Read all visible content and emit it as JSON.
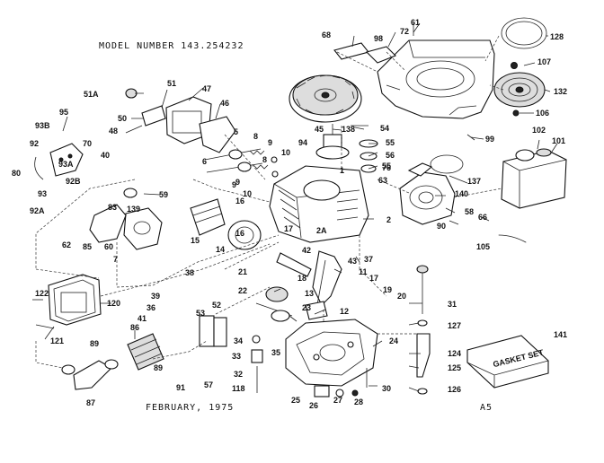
{
  "header": {
    "model_label": "MODEL NUMBER 143.254232",
    "date_label": "FEBRUARY, 1975",
    "page_code": "A5"
  },
  "box_label": "GASKET SET",
  "parts": [
    {
      "id": "part-61",
      "label": "61"
    },
    {
      "id": "part-68",
      "label": "68"
    },
    {
      "id": "part-98",
      "label": "98"
    },
    {
      "id": "part-72",
      "label": "72"
    },
    {
      "id": "part-128",
      "label": "128"
    },
    {
      "id": "part-107",
      "label": "107"
    },
    {
      "id": "part-132",
      "label": "132"
    },
    {
      "id": "part-106",
      "label": "106"
    },
    {
      "id": "part-51a",
      "label": "51A"
    },
    {
      "id": "part-51",
      "label": "51"
    },
    {
      "id": "part-47",
      "label": "47"
    },
    {
      "id": "part-46",
      "label": "46"
    },
    {
      "id": "part-50",
      "label": "50"
    },
    {
      "id": "part-48",
      "label": "48"
    },
    {
      "id": "part-95",
      "label": "95"
    },
    {
      "id": "part-93b",
      "label": "93B"
    },
    {
      "id": "part-70",
      "label": "70"
    },
    {
      "id": "part-40",
      "label": "40"
    },
    {
      "id": "part-92",
      "label": "92"
    },
    {
      "id": "part-80",
      "label": "80"
    },
    {
      "id": "part-93a",
      "label": "93A"
    },
    {
      "id": "part-92b",
      "label": "92B"
    },
    {
      "id": "part-93",
      "label": "93"
    },
    {
      "id": "part-92a",
      "label": "92A"
    },
    {
      "id": "part-138",
      "label": "138"
    },
    {
      "id": "part-45",
      "label": "45"
    },
    {
      "id": "part-54",
      "label": "54"
    },
    {
      "id": "part-55a",
      "label": "55"
    },
    {
      "id": "part-56",
      "label": "56"
    },
    {
      "id": "part-99",
      "label": "99"
    },
    {
      "id": "part-102",
      "label": "102"
    },
    {
      "id": "part-101",
      "label": "101"
    },
    {
      "id": "part-5",
      "label": "5"
    },
    {
      "id": "part-8a",
      "label": "8"
    },
    {
      "id": "part-9a",
      "label": "9"
    },
    {
      "id": "part-6",
      "label": "6"
    },
    {
      "id": "part-8b",
      "label": "8"
    },
    {
      "id": "part-9b",
      "label": "9"
    },
    {
      "id": "part-10a",
      "label": "10"
    },
    {
      "id": "part-9c",
      "label": "9"
    },
    {
      "id": "part-10b",
      "label": "10"
    },
    {
      "id": "part-94",
      "label": "94"
    },
    {
      "id": "part-55b",
      "label": "55"
    },
    {
      "id": "part-76",
      "label": "76"
    },
    {
      "id": "part-1",
      "label": "1"
    },
    {
      "id": "part-63",
      "label": "63"
    },
    {
      "id": "part-137",
      "label": "137"
    },
    {
      "id": "part-140",
      "label": "140"
    },
    {
      "id": "part-58",
      "label": "58"
    },
    {
      "id": "part-66",
      "label": "66"
    },
    {
      "id": "part-90",
      "label": "90"
    },
    {
      "id": "part-105",
      "label": "105"
    },
    {
      "id": "part-59",
      "label": "59"
    },
    {
      "id": "part-83",
      "label": "83"
    },
    {
      "id": "part-139",
      "label": "139"
    },
    {
      "id": "part-16a",
      "label": "16"
    },
    {
      "id": "part-2",
      "label": "2"
    },
    {
      "id": "part-62",
      "label": "62"
    },
    {
      "id": "part-85",
      "label": "85"
    },
    {
      "id": "part-60",
      "label": "60"
    },
    {
      "id": "part-7",
      "label": "7"
    },
    {
      "id": "part-15",
      "label": "15"
    },
    {
      "id": "part-14",
      "label": "14"
    },
    {
      "id": "part-16b",
      "label": "16"
    },
    {
      "id": "part-17a",
      "label": "17"
    },
    {
      "id": "part-2a",
      "label": "2A"
    },
    {
      "id": "part-42",
      "label": "42"
    },
    {
      "id": "part-37",
      "label": "37"
    },
    {
      "id": "part-43",
      "label": "43"
    },
    {
      "id": "part-11",
      "label": "11"
    },
    {
      "id": "part-38",
      "label": "38"
    },
    {
      "id": "part-21",
      "label": "21"
    },
    {
      "id": "part-18",
      "label": "18"
    },
    {
      "id": "part-17b",
      "label": "17"
    },
    {
      "id": "part-19",
      "label": "19"
    },
    {
      "id": "part-20",
      "label": "20"
    },
    {
      "id": "part-31",
      "label": "31"
    },
    {
      "id": "part-122",
      "label": "122"
    },
    {
      "id": "part-39",
      "label": "39"
    },
    {
      "id": "part-22",
      "label": "22"
    },
    {
      "id": "part-13",
      "label": "13"
    },
    {
      "id": "part-12",
      "label": "12"
    },
    {
      "id": "part-36",
      "label": "36"
    },
    {
      "id": "part-41",
      "label": "41"
    },
    {
      "id": "part-53",
      "label": "53"
    },
    {
      "id": "part-52",
      "label": "52"
    },
    {
      "id": "part-23",
      "label": "23"
    },
    {
      "id": "part-120",
      "label": "120"
    },
    {
      "id": "part-121",
      "label": "121"
    },
    {
      "id": "part-86",
      "label": "86"
    },
    {
      "id": "part-127",
      "label": "127"
    },
    {
      "id": "part-141",
      "label": "141"
    },
    {
      "id": "part-34",
      "label": "34"
    },
    {
      "id": "part-35",
      "label": "35"
    },
    {
      "id": "part-24",
      "label": "24"
    },
    {
      "id": "part-89a",
      "label": "89"
    },
    {
      "id": "part-33",
      "label": "33"
    },
    {
      "id": "part-124",
      "label": "124"
    },
    {
      "id": "part-125",
      "label": "125"
    },
    {
      "id": "part-89b",
      "label": "89"
    },
    {
      "id": "part-57",
      "label": "57"
    },
    {
      "id": "part-32",
      "label": "32"
    },
    {
      "id": "part-91",
      "label": "91"
    },
    {
      "id": "part-118",
      "label": "118"
    },
    {
      "id": "part-30",
      "label": "30"
    },
    {
      "id": "part-126",
      "label": "126"
    },
    {
      "id": "part-87",
      "label": "87"
    },
    {
      "id": "part-25",
      "label": "25"
    },
    {
      "id": "part-26",
      "label": "26"
    },
    {
      "id": "part-27",
      "label": "27"
    },
    {
      "id": "part-28",
      "label": "28"
    }
  ]
}
